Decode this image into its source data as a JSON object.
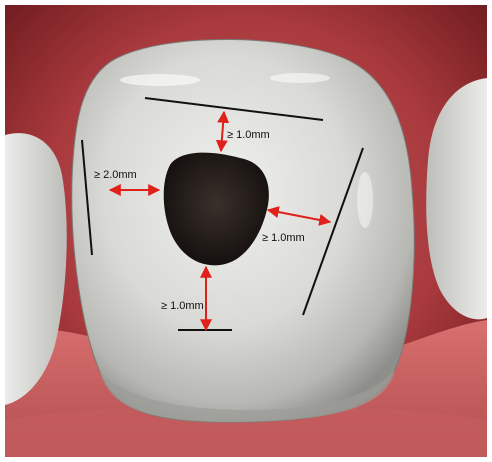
{
  "image": {
    "subject": "Molar tooth with access cavity, occlusal view",
    "labels": {
      "top": "≥ 1.0mm",
      "left": "≥ 2.0mm",
      "right": "≥ 1.0mm",
      "bottom": "≥ 1.0mm"
    },
    "colors": {
      "gum": "#b9474b",
      "tooth": "#e2e2e0",
      "cavity": "#1c1715",
      "arrow": "#e0211b",
      "line": "#111111"
    }
  }
}
